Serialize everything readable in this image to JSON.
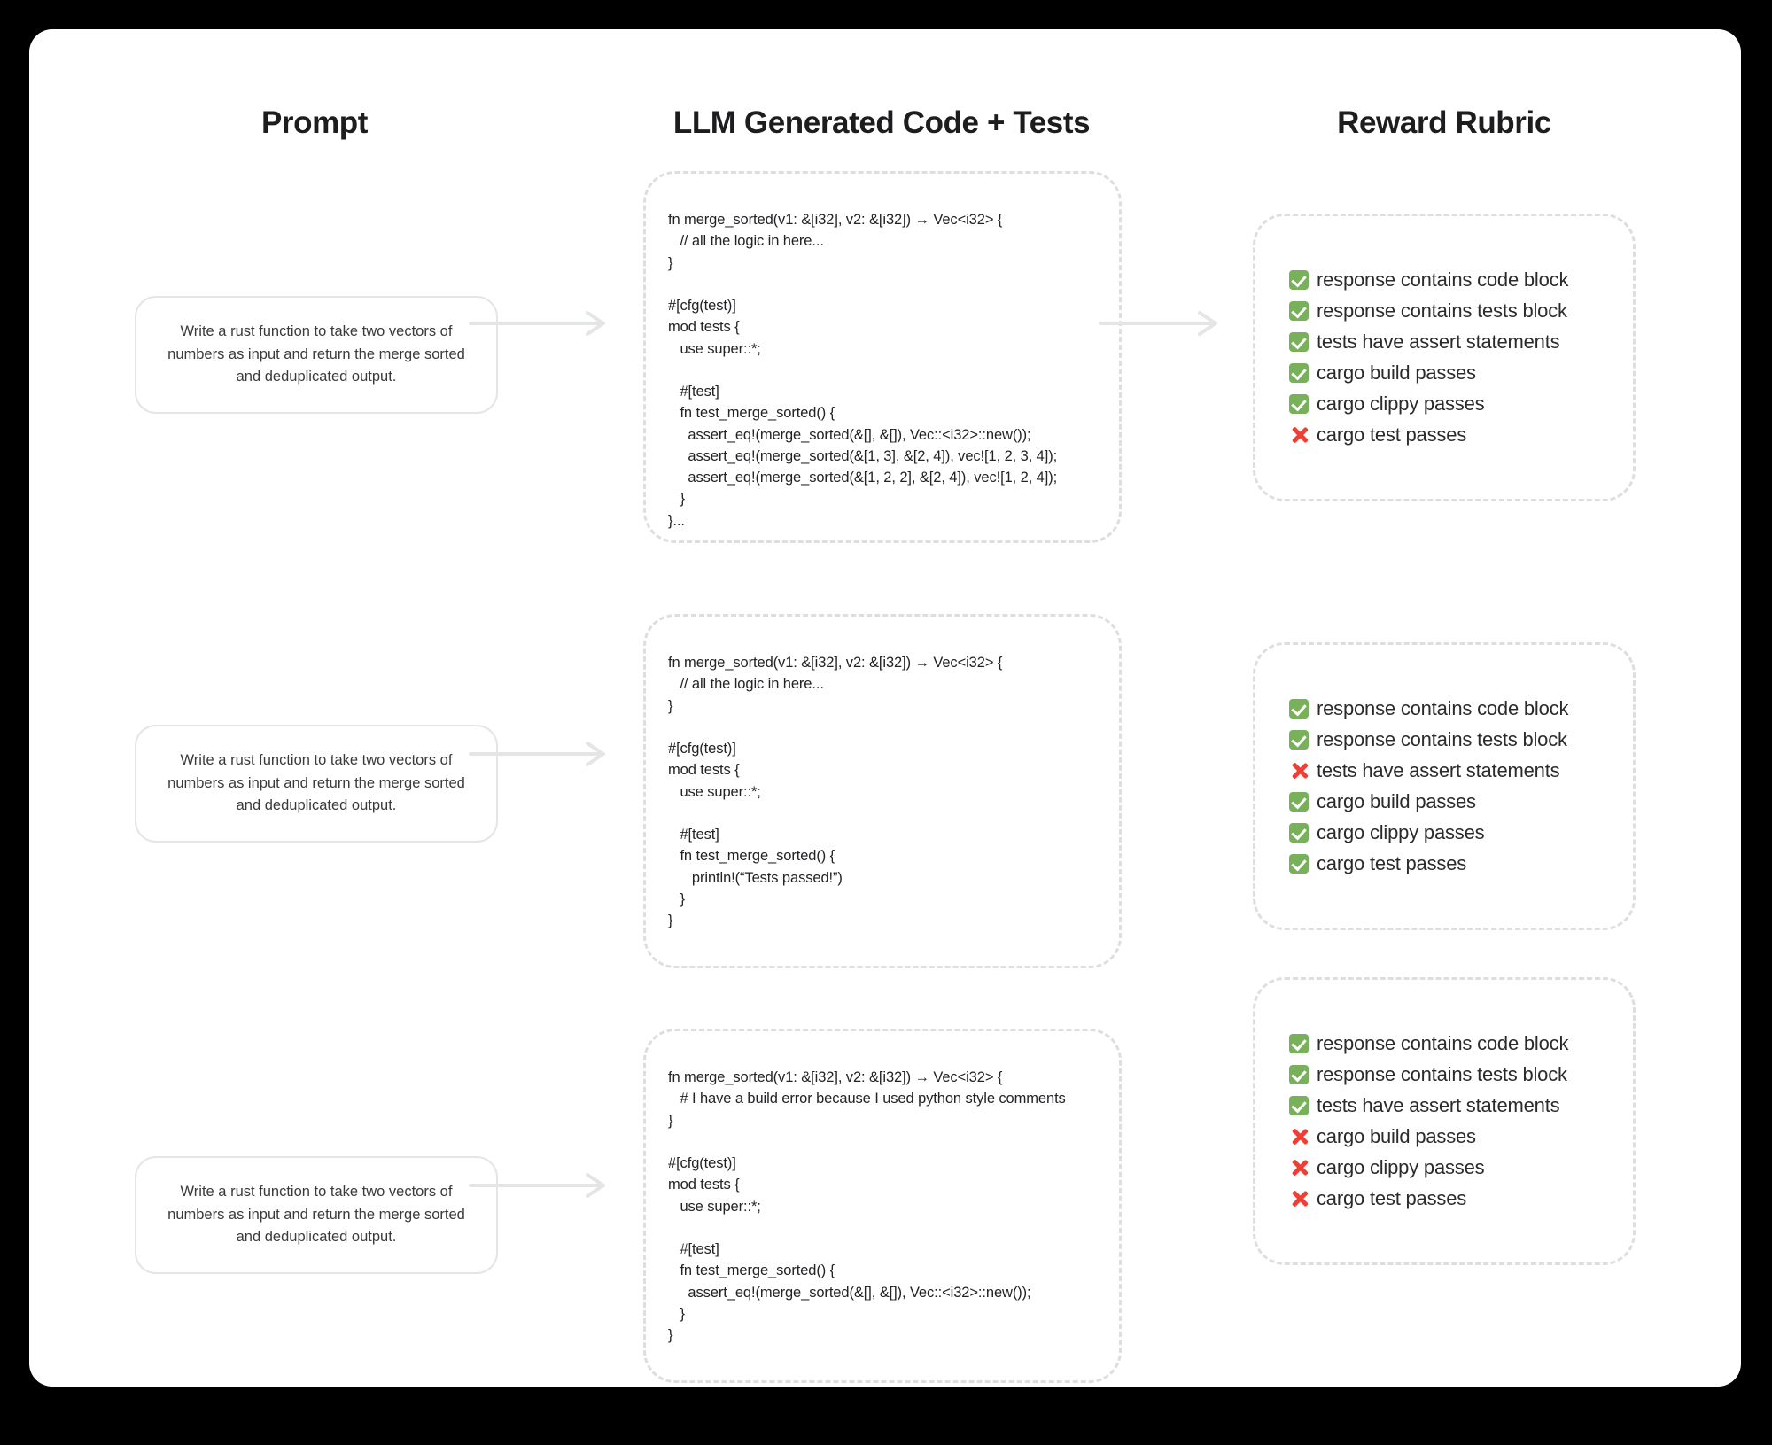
{
  "headings": {
    "prompt": "Prompt",
    "code": "LLM Generated Code + Tests",
    "rubric": "Reward Rubric"
  },
  "prompt_text": "Write a rust function to take two vectors of numbers as input and return the merge sorted and deduplicated output.",
  "rows": [
    {
      "prompt": "Write a rust function to take two vectors of numbers as input and return the merge sorted and deduplicated output.",
      "code": "fn merge_sorted(v1: &[i32], v2: &[i32]) → Vec<i32> {\n   // all the logic in here...\n}\n\n#[cfg(test)]\nmod tests {\n   use super::*;\n\n   #[test]\n   fn test_merge_sorted() {\n     assert_eq!(merge_sorted(&[], &[]), Vec::<i32>::new());\n     assert_eq!(merge_sorted(&[1, 3], &[2, 4]), vec![1, 2, 3, 4]);\n     assert_eq!(merge_sorted(&[1, 2, 2], &[2, 4]), vec![1, 2, 4]);\n   }\n}...",
      "rubric": [
        {
          "label": "response contains code block",
          "status": "pass"
        },
        {
          "label": "response contains tests block",
          "status": "pass"
        },
        {
          "label": "tests have assert statements",
          "status": "pass"
        },
        {
          "label": "cargo build passes",
          "status": "pass"
        },
        {
          "label": "cargo clippy passes",
          "status": "pass"
        },
        {
          "label": "cargo test passes",
          "status": "fail"
        }
      ]
    },
    {
      "prompt": "Write a rust function to take two vectors of numbers as input and return the merge sorted and deduplicated output.",
      "code": "fn merge_sorted(v1: &[i32], v2: &[i32]) → Vec<i32> {\n   // all the logic in here...\n}\n\n#[cfg(test)]\nmod tests {\n   use super::*;\n\n   #[test]\n   fn test_merge_sorted() {\n      println!(“Tests passed!”)\n   }\n}",
      "rubric": [
        {
          "label": "response contains code block",
          "status": "pass"
        },
        {
          "label": "response contains tests block",
          "status": "pass"
        },
        {
          "label": "tests have assert statements",
          "status": "fail"
        },
        {
          "label": "cargo build passes",
          "status": "pass"
        },
        {
          "label": "cargo clippy passes",
          "status": "pass"
        },
        {
          "label": "cargo test passes",
          "status": "pass"
        }
      ]
    },
    {
      "prompt": "Write a rust function to take two vectors of numbers as input and return the merge sorted and deduplicated output.",
      "code": "fn merge_sorted(v1: &[i32], v2: &[i32]) → Vec<i32> {\n   # I have a build error because I used python style comments\n}\n\n#[cfg(test)]\nmod tests {\n   use super::*;\n\n   #[test]\n   fn test_merge_sorted() {\n     assert_eq!(merge_sorted(&[], &[]), Vec::<i32>::new());\n   }\n}",
      "rubric": [
        {
          "label": "response contains code block",
          "status": "pass"
        },
        {
          "label": "response contains tests block",
          "status": "pass"
        },
        {
          "label": "tests have assert statements",
          "status": "pass"
        },
        {
          "label": "cargo build passes",
          "status": "fail"
        },
        {
          "label": "cargo clippy passes",
          "status": "fail"
        },
        {
          "label": "cargo test passes",
          "status": "fail"
        }
      ]
    }
  ],
  "colors": {
    "background": "#000000",
    "card": "#ffffff",
    "pass": "#78b159",
    "fail": "#ee3f34",
    "dashed_border": "#dcdedf",
    "arrow": "#e3e5e7",
    "heading_text": "#1d1d1f",
    "body_text": "#2b2b2d"
  }
}
